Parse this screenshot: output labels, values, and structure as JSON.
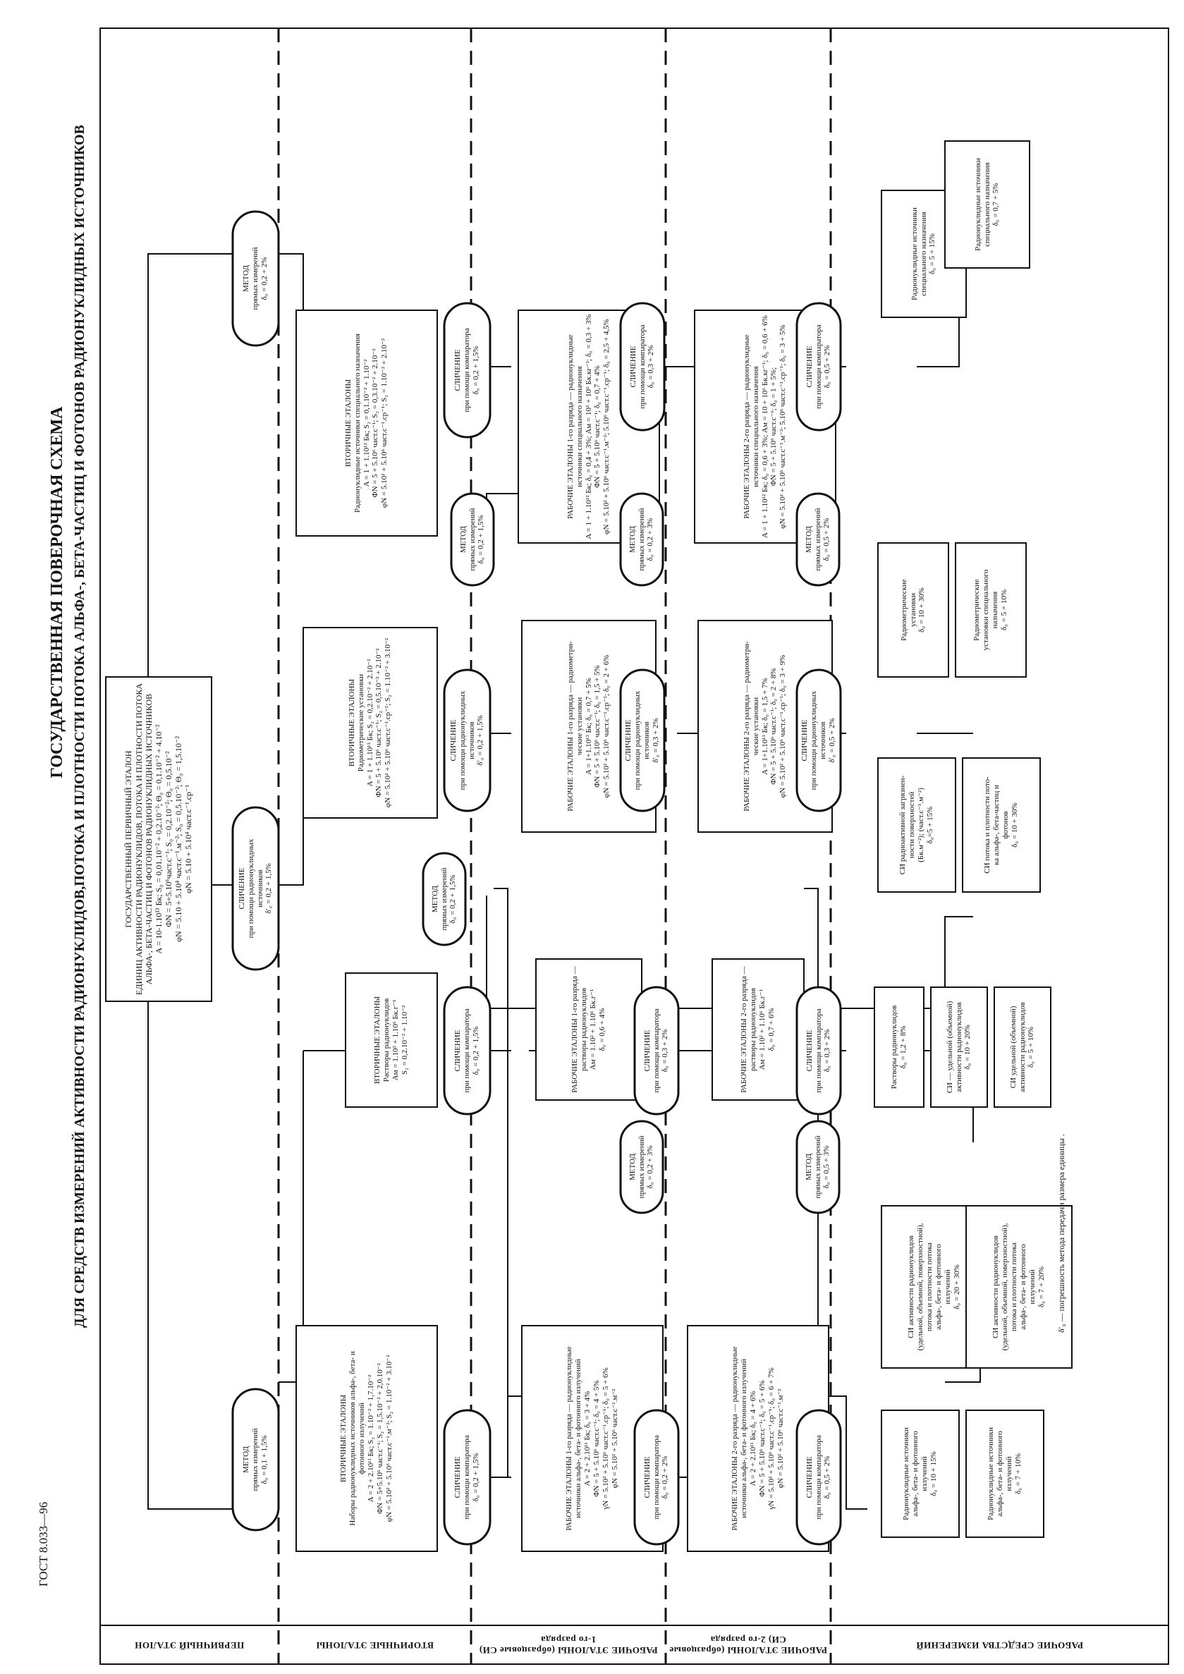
{
  "doc": {
    "code": "ГОСТ 8.033—96",
    "title": "ГОСУДАРСТВЕННАЯ ПОВЕРОЧНАЯ СХЕМА",
    "subtitle": "ДЛЯ СРЕДСТВ ИЗМЕРЕНИЙ АКТИВНОСТИ РАДИОНУКЛИДОВ,ПОТОКА И ПЛОТНОСТИ ПОТОКА АЛЬФА-, БЕТА-ЧАСТИЦ И ФОТОНОВ РАДИОНУКЛИДНЫХ ИСТОЧНИКОВ",
    "footnote": "δ′₀ — погрешность метода передачи размера единицы ."
  },
  "rows": [
    "ПЕРВИЧНЫЙ ЭТАЛОН",
    "ВТОРИЧНЫЕ ЭТАЛОНЫ",
    "РАБОЧИЕ ЭТАЛОНЫ (образцовые СИ) 1-го разряда",
    "РАБОЧИЕ ЭТАЛОНЫ (образцовые СИ) 2-го разряда",
    "РАБОЧИЕ СРЕДСТВА ИЗМЕРЕНИЙ"
  ],
  "primary": {
    "lines": "ГОСУДАРСТВЕННЫЙ ПЕРВИЧНЫЙ ЭТАЛОН\nЕДИНИЦ АКТИВНОСТИ РАДИОНУКЛИДОВ, ПОТОКА И ПЛОТНОСТИ ПОТОКА\nАЛЬФА-, БЕТА-ЧАСТИЦ И ФОТОНОВ РАДИОНУКЛИДНЫХ ИСТОЧНИКОВ\nA = 10-1.10¹³ Бк; S₀ = 0,01.10⁻² + 0,2.10⁻²; Θ₀ = 0,1.10⁻² + 4.10⁻²\nΦN = 5+5.10⁶част.c⁻¹; S₀ = 0,2.10⁻²; Θ₀ = 0,5.10⁻²\nφN = 5.10 + 5.10⁴ част.c⁻¹.м⁻²; S₀ = 0,5.10⁻²; Θ₀ = 1,5.10⁻²\nφN = 5.10 + 5.10⁴ част.c⁻¹.cp⁻¹"
  },
  "methods": {
    "m1": "МЕТОД\nпрямых измерений\nδ₀ = 0,1 + 1,5%",
    "m2": "СЛИЧЕНИЕ\nпри помощи радионуклидных\nисточников\nδ′₀ = 0,2 + 1,5%",
    "m3": "МЕТОД\nпрямых измерений\nδ₀ = 0,2 + 2%",
    "c_sec1": "СЛИЧЕНИЕ\nпри помощи компаратора\nδ₀ = 0,2 + 1,5%",
    "c_sec2": "СЛИЧЕНИЕ\nпри помощи компаратора\nδ₀ = 0,2 + 1,5%",
    "c_sec3": "СЛИЧЕНИЕ\nпри помощи радионуклидных\nисточников\nδ′₀ = 0,2 + 1,5%",
    "c_sec4": "СЛИЧЕНИЕ\nпри помощи компаратора\nδ₀ = 0,2 + 1,5%",
    "m_a": "МЕТОД\nпрямых измерений\nδ₀ = 0,2 + 1,5%",
    "m_b": "МЕТОД\nпрямых измерений\nδ₀ = 0,2 + 1,5%",
    "c_w1a": "СЛИЧЕНИЕ\nпри помощи компаратора\nδ₀ = 0,2 + 2%",
    "m_w1": "МЕТОД\nпрямых измерений\nδ₀ = 0,2 + 3%",
    "c_w1b": "СЛИЧЕНИЕ\nпри помощи компаратора\nδ₀ = 0,3 + 2%",
    "c_w1c": "СЛИЧЕНИЕ\nпри помощи радионуклидных\nисточников\nδ′₀ = 0,3 + 2%",
    "m_w1b": "МЕТОД\nпрямых измерений\nδ₀ = 0,2 + 3%",
    "c_w1d": "СЛИЧЕНИЕ\nпри помощи компаратора\nδ₀ = 0,3 + 2%",
    "c_w2a": "СЛИЧЕНИЕ\nпри помощи компаратора\nδ₀ = 0,5 + 2%",
    "m_w2": "МЕТОД\nпрямых измерений\nδ₀ = 0,5 + 3%",
    "c_w2b": "СЛИЧЕНИЕ\nпри помощи компаратора\nδ₀ = 0,3 + 2%",
    "c_w2c": "СЛИЧЕНИЕ\nпри помощи радионуклидных\nисточников\nδ′₀ = 0,5 + 2%",
    "m_w2b": "МЕТОД\nпрямых измерений\nδ₀ = 0,5 + 2%",
    "c_w2d": "СЛИЧЕНИЕ\nпри помощи компаратора\nδ₀ = 0,5 + 2%"
  },
  "secondary": {
    "s1": "ВТОРИЧНЫЕ ЭТАЛОНЫ\nНаборы радионуклидных источников альфа-, бета- и\nфотонного излучений\nA = 2 + 2.10¹¹ Бк; S₂ = 1.10⁻² + 1,7.10⁻²\nΦN = 5+5.10⁶ част.c⁻¹; S₂ = 1,5.10⁻² + 2,0.10⁻²\nφN = 5.10² + 5.10⁶ част.c⁻¹.м⁻²; S₂ = 1.10⁻² + 3.10⁻²",
    "s2": "ВТОРИЧНЫЕ ЭТАЛОНЫ\nРастворы радионуклидов\nAм = 1.10² + 1.10⁶ Бк.г⁻¹\nS₂ = 0,2.10⁻² + 1.10⁻²",
    "s3": "ВТОРИЧНЫЕ ЭТАЛОНЫ\nРадиометрические установки\nA = 1 + 1.10¹³ Бк; S₂ = 0,2.10⁻² + 2.10⁻²\nΦN = 5 + 5.10⁶ част.c⁻¹; S₂ = 0,5.10⁻² + 2.10⁻²\nφN = 5.10² + 5.10⁶ част.c⁻¹.cp⁻¹; S₂ = 1.10⁻² + 3.10⁻²",
    "s4": "ВТОРИЧНЫЕ ЭТАЛОНЫ\nРадионуклидные источники специального назначения\nA = 1 + 1.10¹² Бк; S₂ = 0,1.10⁻² + 1.10⁻²\nΦN = 5 + 5.10⁶ част.c⁻¹; S₂ = 0,3.10⁻² + 2.10⁻²\nφN = 5.10² + 5.10⁶ част.c⁻¹.cp⁻¹; S₂ = 1.10⁻² + 2.10⁻²"
  },
  "work1": {
    "w1": "РАБОЧИЕ ЭТАЛОНЫ 1-го разряда — радионуклидные\nисточники альфа-, бета- и фотонного излучений\nA = 2 + 2.10¹¹ Бк; δ₀ = 3 + 4%\nΦN = 5 + 5.10⁶ част.c⁻¹; δ₀ = 4 + 5%\nγN = 5.10² + 5.10⁶ част.c⁻¹.cp⁻¹; δ₀ = 5 + 6%\nφN = 5.10² + 5.10⁶ част.c⁻¹.м⁻²",
    "w2": "РАБОЧИЕ ЭТАЛОНЫ 1-го разряда —\nрастворы радионуклидов\nAм = 1.10² + 1.10⁶ Бк.г⁻¹\nδ₀ = 0,6 + 4%",
    "w3": "РАБОЧИЕ ЭТАЛОНЫ 1-го разряда — радиометри-\nческие установки\nA = 1+1.10¹³ Бк; δ₀ = 0,7 + 5%\nΦN = 5 + 5.10⁶ част.c⁻¹; δ₀ = 1,5 + 5%\nφN = 5.10² + 5.10⁶ част.c⁻¹.cp⁻¹; δ₀ = 2 + 6%",
    "w4": "РАБОЧИЕ ЭТАЛОНЫ 1-го разряда — радионуклидные\nисточники специального назначения\nA = 1 + 1.10¹² Бк; δ₀ = 0,4 + 3%; Aм = 10³ + 10⁶ Бк.кг⁻¹; δ₀ = 0,3 + 3%\nΦN = 5 + 5.10⁶ част.c⁻¹; δ₀ = 0,7 + 4%\nφN = 5.10² + 5.10⁶ част.c⁻¹.м⁻²; 5.10⁶ част.c⁻¹.cp⁻¹; δ₀ = 2,5 + 4,5%"
  },
  "work2": {
    "w1": "РАБОЧИЕ ЭТАЛОНЫ 2-го разряда — радионуклидные\nисточники альфа-, бета- и фотонного излучений\nA = 2 + 2.10¹¹ Бк; δ₀ = 4 + 6%\nΦN = 5 + 5.10⁶ част.c⁻¹; δ₀ = 5 + 6%\nγN = 5.10² + 5.10⁶ част.c⁻¹.cp⁻¹; δ₀ = 6 + 7%\nφN = 5.10² + 5.10⁶ част.c⁻¹.м⁻²",
    "w2": "РАБОЧИЕ ЭТАЛОНЫ 2-го разряда —\nрастворы радионуклидов\nAм = 1.10² + 1.10⁶ Бк.г⁻¹\nδ₀ = 0,7 + 6%",
    "w3": "РАБОЧИЕ ЭТАЛОНЫ 2-го разряда — радиометри-\nческие установки\nA = 1+1.10¹³ Бк; δ₀ = 1,5 + 7%\nΦN = 5 + 5.10⁶ част.c⁻¹; δ₀ = 2 + 8%\nφN = 5.10² + 5.10⁶ част.c⁻¹.cp⁻¹; δ₀ = 3 + 9%",
    "w4": "РАБОЧИЕ ЭТАЛОНЫ 2-го разряда — радионуклидные\nисточники специального назначения\nA = 1 + 1.10¹² Бк; δ₀ = 0,6 + 3%; Aм = 10 + 10⁶ Бк.кг⁻¹; δ₀ = 0,6 + 6%\nΦN = 5 + 5.10⁶ част.c⁻¹; δ₀ = 1 + 5%;\nφN = 5.10² + 5.10⁶ част.c⁻¹.м⁻²; 5.10⁶ част.c⁻¹.cp⁻¹; δ₀ = 3 + 5%"
  },
  "instruments": {
    "i1": "Радионуклидные источники\nальфа-, бета- и фотонного\nизлучений\nδ₀ = 10 + 15%",
    "i2": "Радионуклидные источники\nальфа-, бета- и фотонного\nизлучений\nδ₀ = 7 + 10%",
    "i3": "СИ активности радионуклидов\n(удельной, объемной, поверхностной),\nпотока и плотности потока\nальфа-, бета- и фотонного\nизлучений\nδ₀ = 20 + 30%",
    "i4": "СИ активности радионуклидов\n(удельной, объемной, поверхностной),\nпотока и плотности потока\nальфа-, бета- и фотонного\nизлучений\nδ₀ = 7 + 20%",
    "i5": "Растворы радионуклидов\nδ₀ = 1,2 + 8%",
    "i6": "СИ — удельной (объемной)\nактивности радионуклидов\nδ₀ = 10 + 20%",
    "i7": "СИ удельной (объемной)\nактивности радионуклидов\nδ₀ = 5 + 10%",
    "i8": "СИ радиоактивной загрязнен-\nности поверхностей\n(Бк.м⁻²); (част.c⁻¹.м⁻²)\nδ₀=5 + 15%",
    "i9": "СИ потока и плотности пото-\nка альфа-, бета-частиц и\nфотонов\nδ₀ = 10 + 30%",
    "i10": "Радиометрические\nустановки\nδ₀ = 10 + 30%",
    "i11": "Радиометрические\nустановки специального\nназначения\nδ₀ = 5 + 10%",
    "i12": "Радионуклидные источники\nспециального назначения\nδ₀ = 5 + 15%",
    "i13": "Радионуклидные источники\nспециального назначения\nδ₀ = 0,7 + 5%"
  }
}
